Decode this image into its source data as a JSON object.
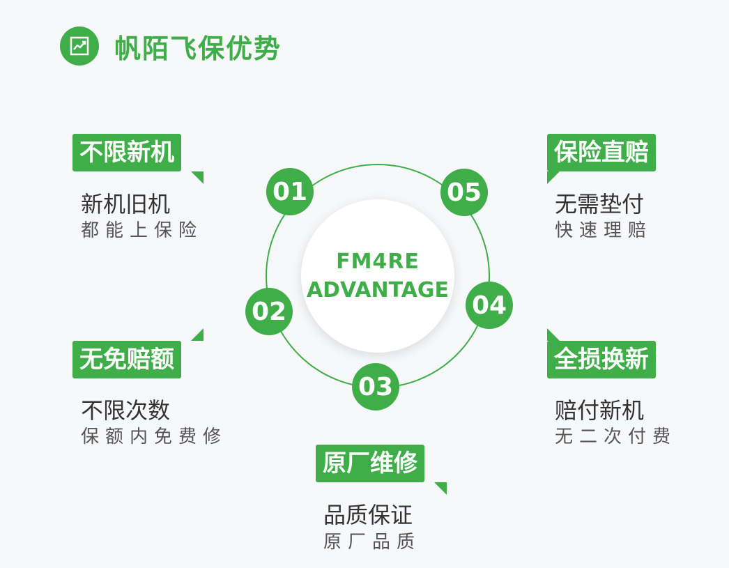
{
  "title": "帆陌飞保优势",
  "center": {
    "line1": "FM4RE",
    "line2": "ADVANTAGE"
  },
  "numbers": [
    "01",
    "02",
    "03",
    "04",
    "05"
  ],
  "features": [
    {
      "tag": "不限新机",
      "main": "新机旧机",
      "sub": "都能上保险"
    },
    {
      "tag": "无免赔额",
      "main": "不限次数",
      "sub": "保额内免费修"
    },
    {
      "tag": "原厂维修",
      "main": "品质保证",
      "sub": "原厂品质"
    },
    {
      "tag": "全损换新",
      "main": "赔付新机",
      "sub": "无二次付费"
    },
    {
      "tag": "保险直赔",
      "main": "无需垫付",
      "sub": "快速理赔"
    }
  ],
  "colors": {
    "accent": "#3fae49"
  },
  "icons": {
    "title": "chart-trend-icon"
  }
}
